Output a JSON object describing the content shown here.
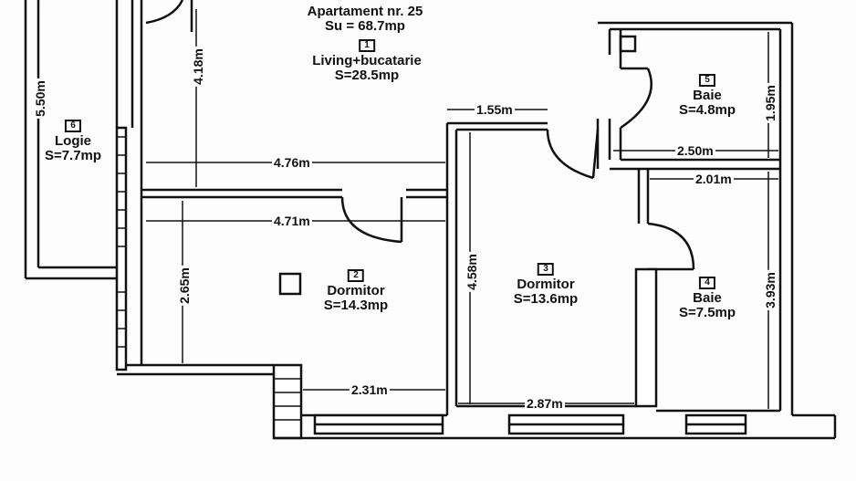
{
  "title": "Apartament nr. 25",
  "total_area": "Su = 68.7mp",
  "rooms": [
    {
      "num": "1",
      "name": "Living+bucatarie",
      "area": "S=28.5mp"
    },
    {
      "num": "2",
      "name": "Dormitor",
      "area": "S=14.3mp"
    },
    {
      "num": "3",
      "name": "Dormitor",
      "area": "S=13.6mp"
    },
    {
      "num": "4",
      "name": "Baie",
      "area": "S=7.5mp"
    },
    {
      "num": "5",
      "name": "Baie",
      "area": "S=4.8mp"
    },
    {
      "num": "6",
      "name": "Logie",
      "area": "S=7.7mp"
    }
  ],
  "dimensions": {
    "d1": "5.50m",
    "d2": "4.18m",
    "d3": "4.76m",
    "d4": "4.71m",
    "d5": "2.65m",
    "d6": "2.31m",
    "d7": "1.55m",
    "d8": "4.58m",
    "d9": "2.87m",
    "d10": "1.95m",
    "d11": "2.50m",
    "d12": "2.01m",
    "d13": "3.93m"
  }
}
